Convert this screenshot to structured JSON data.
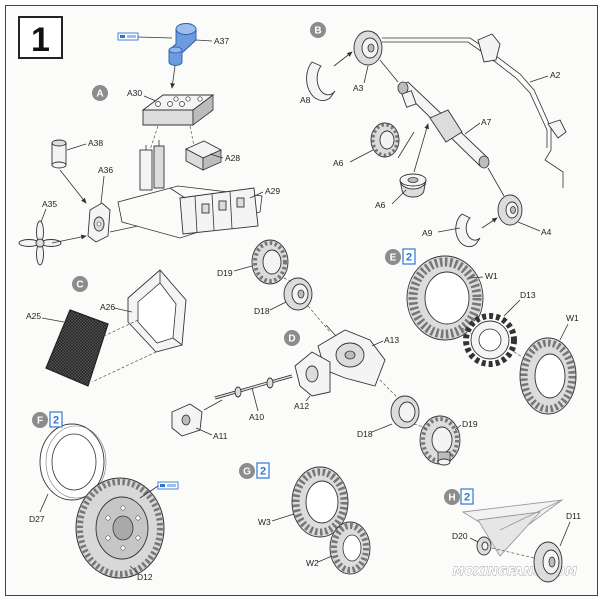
{
  "step_number": "1",
  "callouts": {
    "a": "A",
    "b": "B",
    "c": "C",
    "d": "D",
    "e": "E",
    "f": "F",
    "g": "G",
    "h": "H"
  },
  "quantities": {
    "e": "2",
    "f": "2",
    "g": "2",
    "h": "2"
  },
  "labels": {
    "a37": "A37",
    "a30": "A30",
    "a38": "A38",
    "a36": "A36",
    "a35": "A35",
    "a28": "A28",
    "a29": "A29",
    "a8": "A8",
    "a3": "A3",
    "a2": "A2",
    "a7": "A7",
    "a6_upper": "A6",
    "a6_lower": "A6",
    "a9": "A9",
    "a4": "A4",
    "a25": "A25",
    "a26": "A26",
    "d19_upper": "D19",
    "d18_upper": "D18",
    "a13": "A13",
    "a12": "A12",
    "a10": "A10",
    "a11": "A11",
    "d18_lower": "D18",
    "d19_lower": "D19",
    "w1_left": "W1",
    "d13": "D13",
    "w1_right": "W1",
    "d27": "D27",
    "d12": "D12",
    "w3": "W3",
    "w2": "W2",
    "d20": "D20",
    "d11": "D11"
  },
  "watermark": "MOXINGFANS.COM",
  "icons": {
    "paint_code": "paint-code-icon",
    "watermark_logo": "paper-plane-icon"
  },
  "colors": {
    "accent_blue": "#2f78d2",
    "callout_gray": "#8c8c8c",
    "line": "#333333"
  }
}
